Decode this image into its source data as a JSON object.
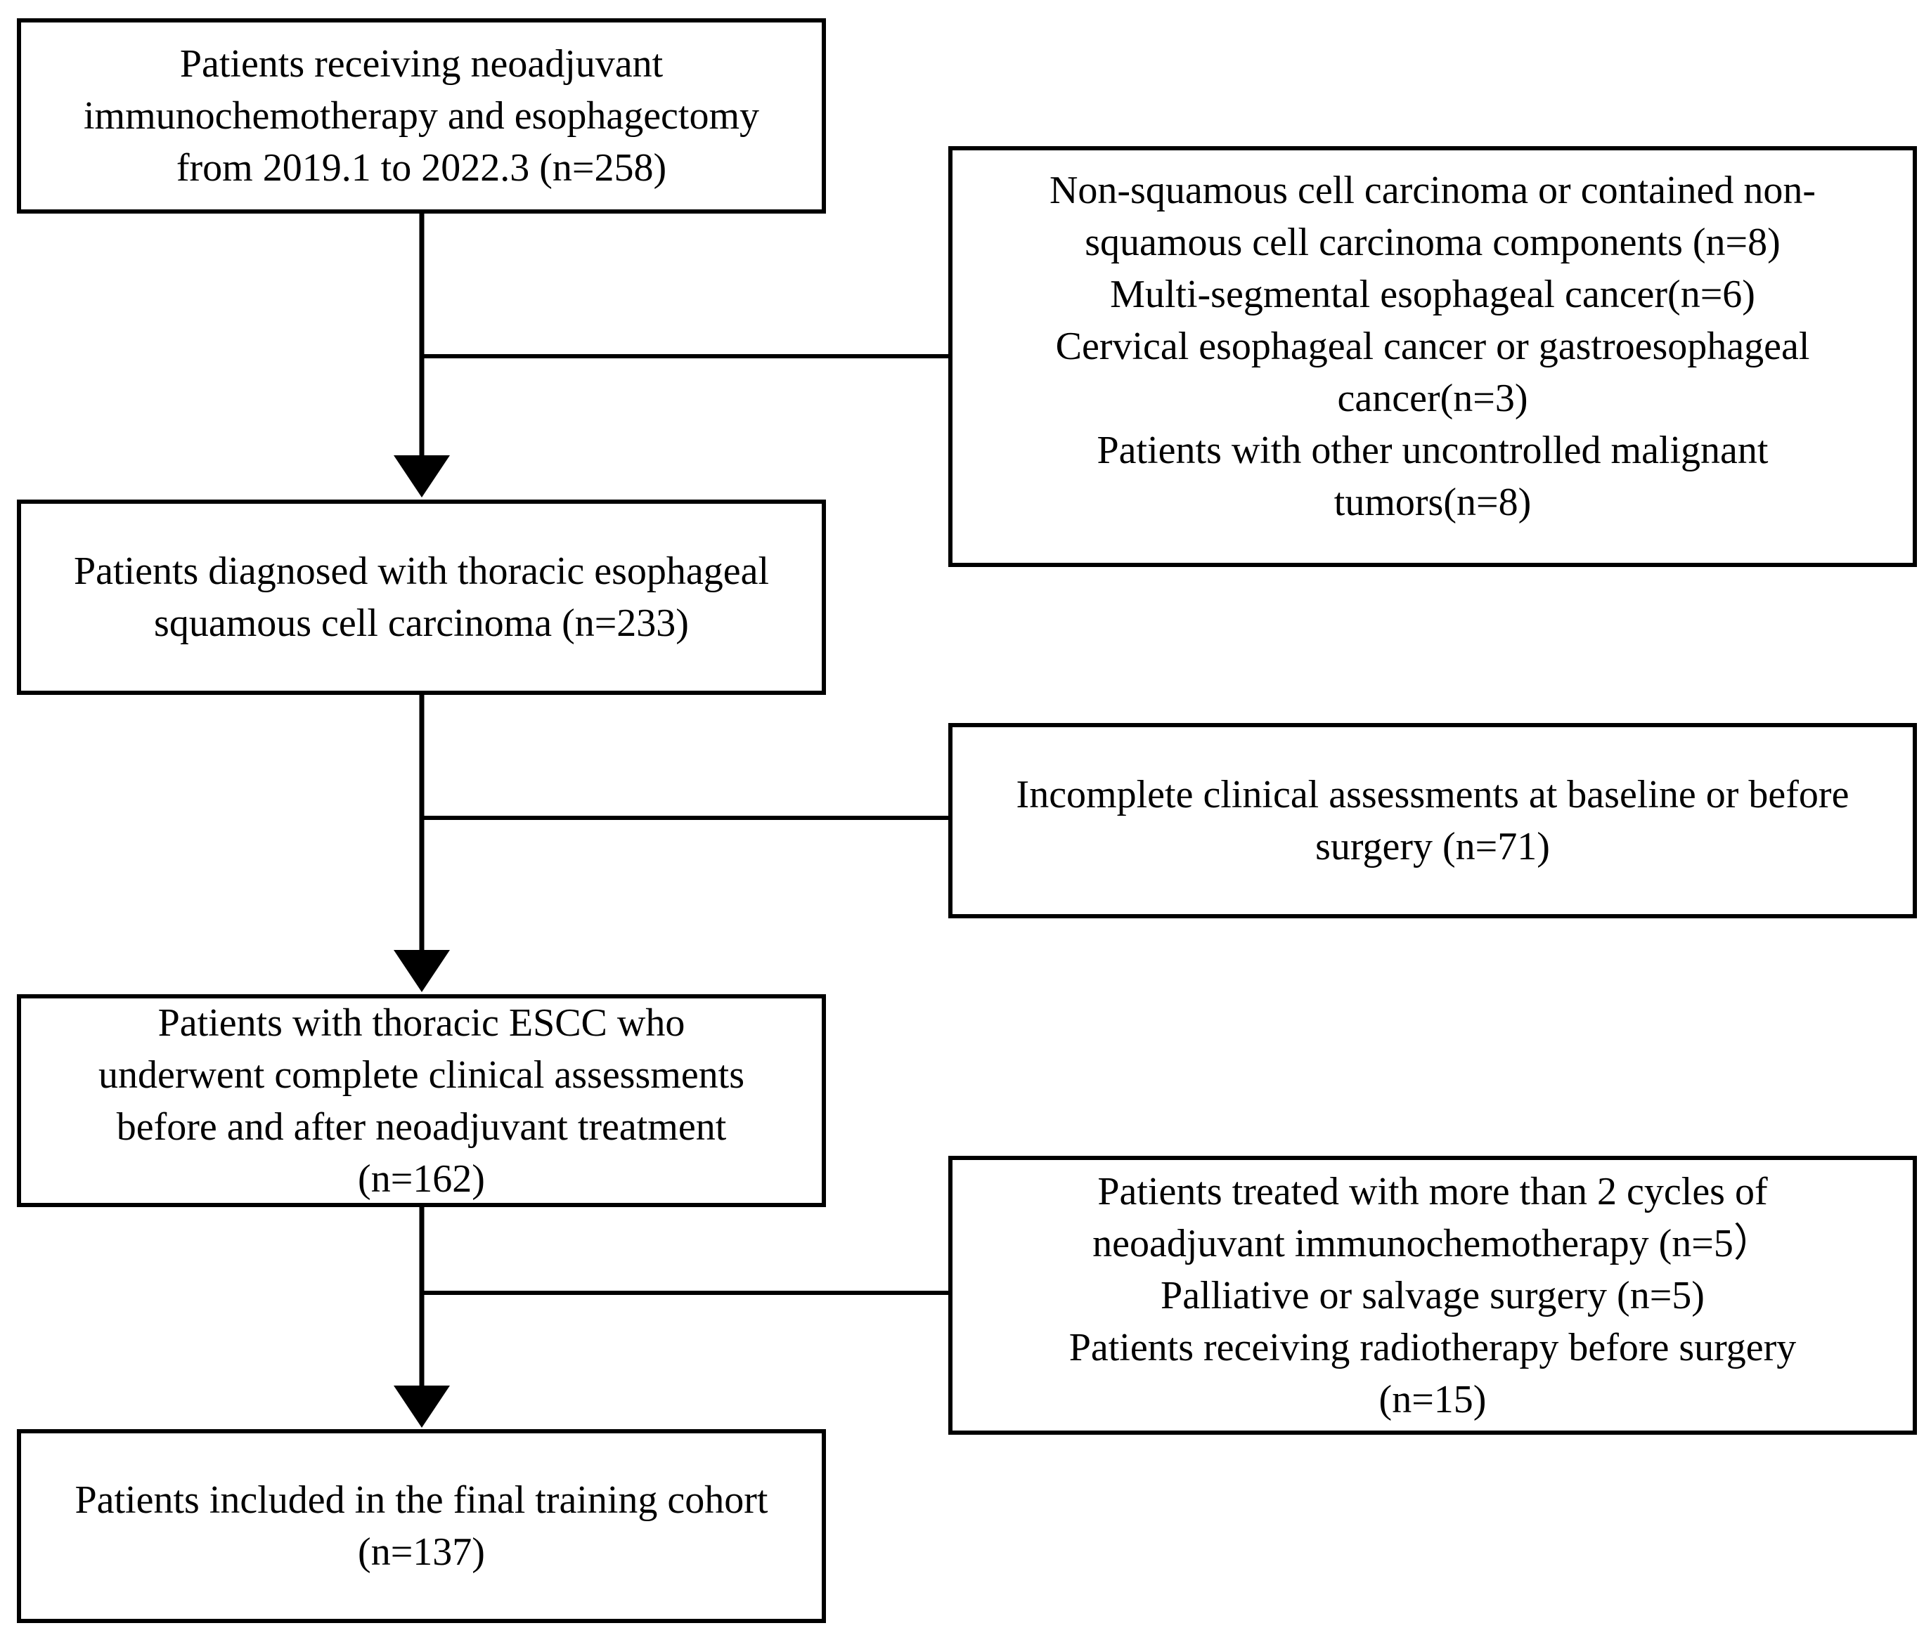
{
  "flowchart": {
    "steps": [
      {
        "lines": [
          "Patients receiving neoadjuvant",
          "immunochemotherapy and esophagectomy",
          "from 2019.1 to 2022.3 (n=258)"
        ]
      },
      {
        "lines": [
          "Patients diagnosed with thoracic esophageal",
          "squamous cell carcinoma (n=233)"
        ]
      },
      {
        "lines": [
          "Patients with thoracic ESCC who",
          "underwent complete clinical assessments",
          "before and after neoadjuvant treatment",
          "(n=162)"
        ]
      },
      {
        "lines": [
          "Patients included in the final training cohort",
          "(n=137)"
        ]
      }
    ],
    "exclusions": [
      {
        "lines": [
          "Non-squamous cell carcinoma or contained non-",
          "squamous cell carcinoma components (n=8)",
          "Multi-segmental esophageal cancer(n=6)",
          "Cervical esophageal cancer or gastroesophageal",
          "cancer(n=3)",
          "Patients with other uncontrolled malignant",
          "tumors(n=8)"
        ]
      },
      {
        "lines": [
          "Incomplete clinical assessments at baseline or before",
          "surgery (n=71)"
        ]
      },
      {
        "lines": [
          "Patients  treated with more than 2  cycles of",
          "neoadjuvant immunochemotherapy (n=5）",
          "Palliative or salvage surgery (n=5)",
          "Patients receiving radiotherapy before surgery",
          "(n=15)"
        ]
      }
    ]
  }
}
